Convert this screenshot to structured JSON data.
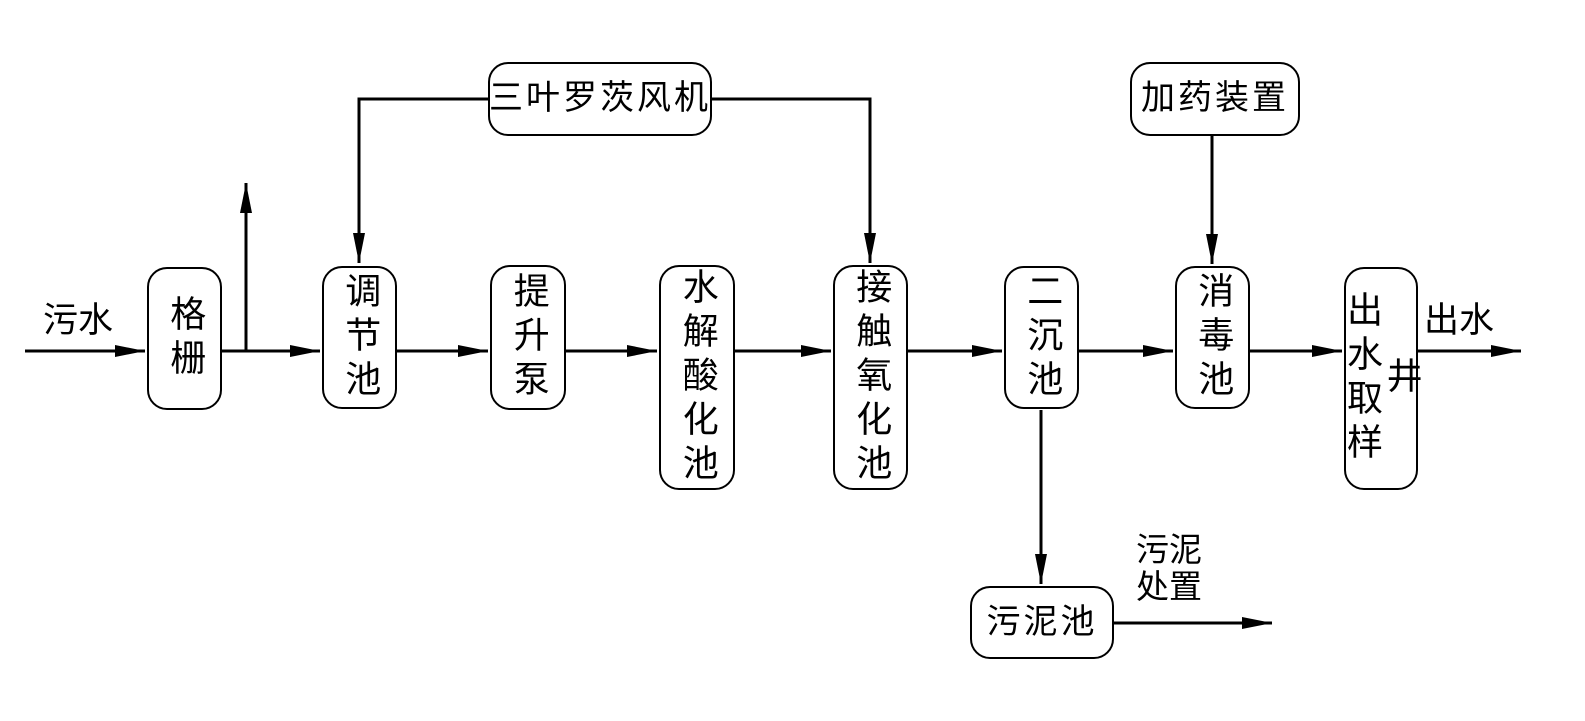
{
  "diagram": {
    "background": "#ffffff",
    "line_color": "#000000",
    "nodes": {
      "grid": {
        "label": "格栅"
      },
      "regulation": {
        "label": "调节池"
      },
      "pump": {
        "label": "提升泵"
      },
      "hydrolysis": {
        "label": "水解酸化池"
      },
      "contact_oxidation": {
        "label": "接触氧化池"
      },
      "secondary_sedimentation": {
        "label": "二沉池"
      },
      "disinfection": {
        "label": "消毒池"
      },
      "sampling_well": {
        "label": "出水取样井"
      },
      "blower": {
        "label": "三叶罗茨风机"
      },
      "dosing_device": {
        "label": "加药装置"
      },
      "sludge_tank": {
        "label": "污泥池"
      }
    },
    "labels": {
      "influent": "污水",
      "effluent": "出水",
      "sludge_disposal": "污泥处置"
    },
    "edges": [
      {
        "from": "influent",
        "to": "grid"
      },
      {
        "from": "grid",
        "to": "regulation"
      },
      {
        "from": "grid-regulation-line",
        "to": "upward-discharge"
      },
      {
        "from": "regulation",
        "to": "pump"
      },
      {
        "from": "pump",
        "to": "hydrolysis"
      },
      {
        "from": "hydrolysis",
        "to": "contact_oxidation"
      },
      {
        "from": "contact_oxidation",
        "to": "secondary_sedimentation"
      },
      {
        "from": "secondary_sedimentation",
        "to": "disinfection"
      },
      {
        "from": "disinfection",
        "to": "sampling_well"
      },
      {
        "from": "sampling_well",
        "to": "effluent"
      },
      {
        "from": "blower",
        "to": "regulation"
      },
      {
        "from": "blower",
        "to": "contact_oxidation"
      },
      {
        "from": "dosing_device",
        "to": "disinfection"
      },
      {
        "from": "secondary_sedimentation",
        "to": "sludge_tank"
      },
      {
        "from": "sludge_tank",
        "to": "sludge_disposal"
      }
    ]
  }
}
